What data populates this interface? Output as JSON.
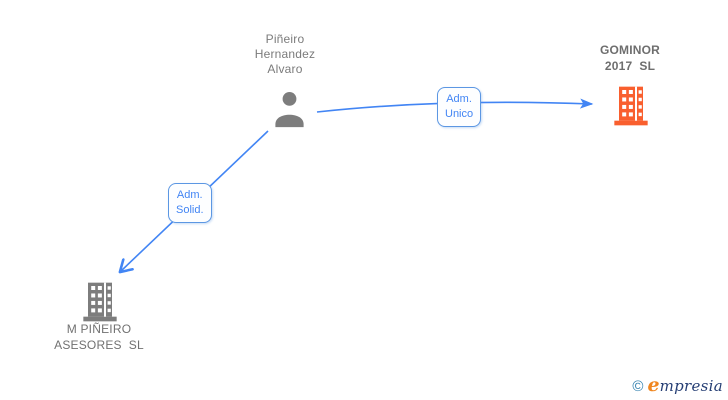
{
  "diagram": {
    "person": {
      "name": "Piñeiro\nHernandez\nAlvaro"
    },
    "companies": [
      {
        "id": "gominor",
        "name": "GOMINOR\n2017  SL"
      },
      {
        "id": "mpineiro",
        "name": "M PIÑEIRO\nASESORES  SL"
      }
    ],
    "edges": [
      {
        "from": "person",
        "to": "gominor",
        "label": "Adm.\nUnico"
      },
      {
        "from": "person",
        "to": "mpineiro",
        "label": "Adm.\nSolid."
      }
    ],
    "colors": {
      "edge_blue": "#4285f4",
      "label_border_blue": "#5c97e3",
      "person_gray": "#7d7d7d",
      "company_orange": "#f95f2e",
      "company_gray": "#7d7d7d",
      "text_gray": "#7b7b7b"
    }
  },
  "footer": {
    "copyright": "©",
    "brand_first_letter": "e",
    "brand_rest": "mpresia"
  }
}
